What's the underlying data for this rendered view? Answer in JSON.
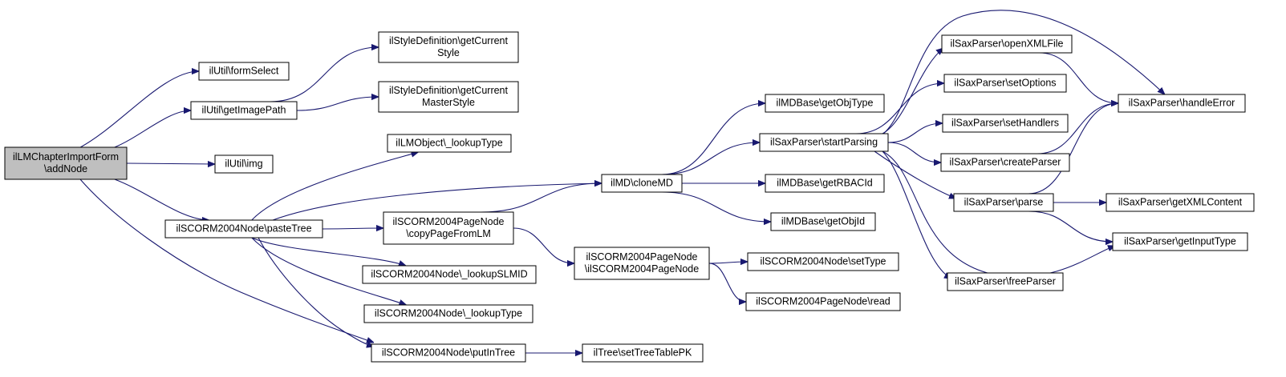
{
  "graph": {
    "title": "",
    "colors": {
      "node_fill": "#ffffff",
      "root_fill": "#bfbfbf",
      "node_border": "#000000",
      "edge": "#191970"
    },
    "nodes": [
      {
        "id": "root",
        "lines": [
          "ilLMChapterImportForm",
          "\\addNode"
        ],
        "root": true
      },
      {
        "id": "formSelect",
        "lines": [
          "ilUtil\\formSelect"
        ]
      },
      {
        "id": "getImagePath",
        "lines": [
          "ilUtil\\getImagePath"
        ]
      },
      {
        "id": "img",
        "lines": [
          "ilUtil\\img"
        ]
      },
      {
        "id": "pasteTree",
        "lines": [
          "ilSCORM2004Node\\pasteTree"
        ]
      },
      {
        "id": "putInTree",
        "lines": [
          "ilSCORM2004Node\\putInTree"
        ]
      },
      {
        "id": "getCurrentStyle",
        "lines": [
          "ilStyleDefinition\\getCurrent",
          "Style"
        ]
      },
      {
        "id": "getCurrentMasterStyle",
        "lines": [
          "ilStyleDefinition\\getCurrent",
          "MasterStyle"
        ]
      },
      {
        "id": "lmLookupType",
        "lines": [
          "ilLMObject\\_lookupType"
        ]
      },
      {
        "id": "cloneMD",
        "lines": [
          "ilMD\\cloneMD"
        ]
      },
      {
        "id": "copyPageFromLM",
        "lines": [
          "ilSCORM2004PageNode",
          "\\copyPageFromLM"
        ]
      },
      {
        "id": "lookupSLMID",
        "lines": [
          "ilSCORM2004Node\\_lookupSLMID"
        ]
      },
      {
        "id": "nodeLookupType",
        "lines": [
          "ilSCORM2004Node\\_lookupType"
        ]
      },
      {
        "id": "setTreeTablePK",
        "lines": [
          "ilTree\\setTreeTablePK"
        ]
      },
      {
        "id": "pageNodeCtor",
        "lines": [
          "ilSCORM2004PageNode",
          "\\ilSCORM2004PageNode"
        ]
      },
      {
        "id": "getObjType",
        "lines": [
          "ilMDBase\\getObjType"
        ]
      },
      {
        "id": "startParsing",
        "lines": [
          "ilSaxParser\\startParsing"
        ]
      },
      {
        "id": "getRBACId",
        "lines": [
          "ilMDBase\\getRBACId"
        ]
      },
      {
        "id": "getObjId",
        "lines": [
          "ilMDBase\\getObjId"
        ]
      },
      {
        "id": "setType",
        "lines": [
          "ilSCORM2004Node\\setType"
        ]
      },
      {
        "id": "pageRead",
        "lines": [
          "ilSCORM2004PageNode\\read"
        ]
      },
      {
        "id": "openXMLFile",
        "lines": [
          "ilSaxParser\\openXMLFile"
        ]
      },
      {
        "id": "setOptions",
        "lines": [
          "ilSaxParser\\setOptions"
        ]
      },
      {
        "id": "setHandlers",
        "lines": [
          "ilSaxParser\\setHandlers"
        ]
      },
      {
        "id": "createParser",
        "lines": [
          "ilSaxParser\\createParser"
        ]
      },
      {
        "id": "parse",
        "lines": [
          "ilSaxParser\\parse"
        ]
      },
      {
        "id": "freeParser",
        "lines": [
          "ilSaxParser\\freeParser"
        ]
      },
      {
        "id": "handleError",
        "lines": [
          "ilSaxParser\\handleError"
        ]
      },
      {
        "id": "getXMLContent",
        "lines": [
          "ilSaxParser\\getXMLContent"
        ]
      },
      {
        "id": "getInputType",
        "lines": [
          "ilSaxParser\\getInputType"
        ]
      }
    ],
    "edges": [
      {
        "from": "root",
        "to": "formSelect"
      },
      {
        "from": "root",
        "to": "getImagePath"
      },
      {
        "from": "root",
        "to": "img"
      },
      {
        "from": "root",
        "to": "pasteTree"
      },
      {
        "from": "root",
        "to": "putInTree"
      },
      {
        "from": "getImagePath",
        "to": "getCurrentStyle"
      },
      {
        "from": "getImagePath",
        "to": "getCurrentMasterStyle"
      },
      {
        "from": "pasteTree",
        "to": "lmLookupType"
      },
      {
        "from": "pasteTree",
        "to": "cloneMD"
      },
      {
        "from": "pasteTree",
        "to": "copyPageFromLM"
      },
      {
        "from": "pasteTree",
        "to": "lookupSLMID"
      },
      {
        "from": "pasteTree",
        "to": "nodeLookupType"
      },
      {
        "from": "pasteTree",
        "to": "putInTree"
      },
      {
        "from": "copyPageFromLM",
        "to": "cloneMD"
      },
      {
        "from": "copyPageFromLM",
        "to": "pageNodeCtor"
      },
      {
        "from": "putInTree",
        "to": "setTreeTablePK"
      },
      {
        "from": "cloneMD",
        "to": "getObjType"
      },
      {
        "from": "cloneMD",
        "to": "startParsing"
      },
      {
        "from": "cloneMD",
        "to": "getRBACId"
      },
      {
        "from": "cloneMD",
        "to": "getObjId"
      },
      {
        "from": "pageNodeCtor",
        "to": "setType"
      },
      {
        "from": "pageNodeCtor",
        "to": "pageRead"
      },
      {
        "from": "startParsing",
        "to": "openXMLFile"
      },
      {
        "from": "startParsing",
        "to": "setOptions"
      },
      {
        "from": "startParsing",
        "to": "setHandlers"
      },
      {
        "from": "startParsing",
        "to": "createParser"
      },
      {
        "from": "startParsing",
        "to": "parse"
      },
      {
        "from": "startParsing",
        "to": "freeParser"
      },
      {
        "from": "startParsing",
        "to": "handleError"
      },
      {
        "from": "startParsing",
        "to": "getInputType"
      },
      {
        "from": "openXMLFile",
        "to": "handleError"
      },
      {
        "from": "createParser",
        "to": "handleError"
      },
      {
        "from": "parse",
        "to": "handleError"
      },
      {
        "from": "parse",
        "to": "getXMLContent"
      },
      {
        "from": "parse",
        "to": "getInputType"
      }
    ]
  }
}
